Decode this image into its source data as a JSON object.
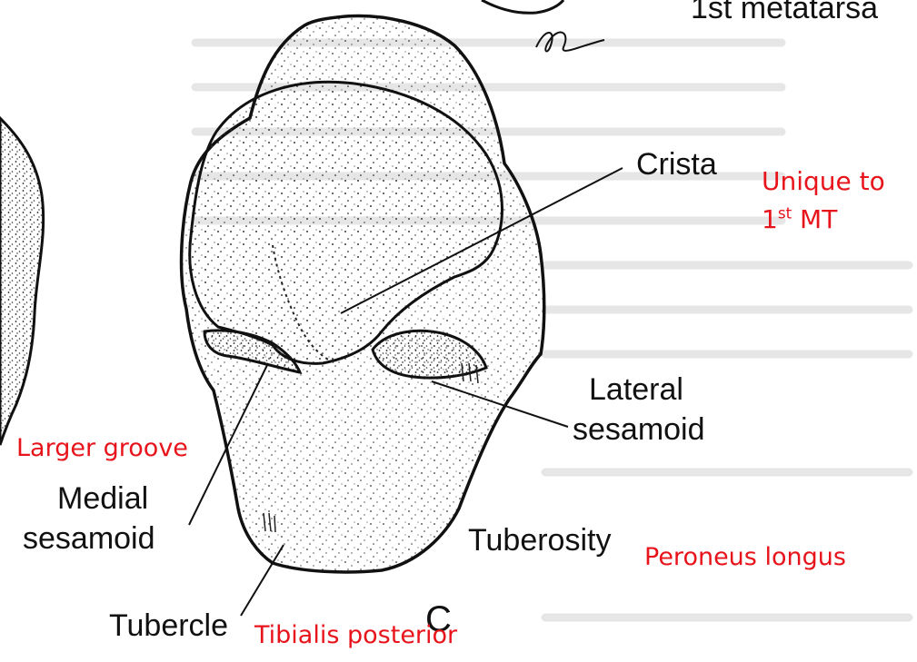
{
  "labels": {
    "top_right": "1st metatarsa",
    "crista": "Crista",
    "unique_line1": "Unique to",
    "unique_line2_num": "1",
    "unique_line2_sup": "st",
    "unique_line2_rest": " MT",
    "lateral_line1": "Lateral",
    "lateral_line2": "sesamoid",
    "larger_groove": "Larger groove",
    "medial_line1": "Medial",
    "medial_line2": "sesamoid",
    "tuberosity": "Tuberosity",
    "peroneus_longus": "Peroneus longus",
    "tubercle": "Tubercle",
    "tibialis_posterior": "Tibialis posterior",
    "figure_letter": "C"
  },
  "colors": {
    "annotation_red": "#e8141b",
    "print_black": "#111111"
  }
}
